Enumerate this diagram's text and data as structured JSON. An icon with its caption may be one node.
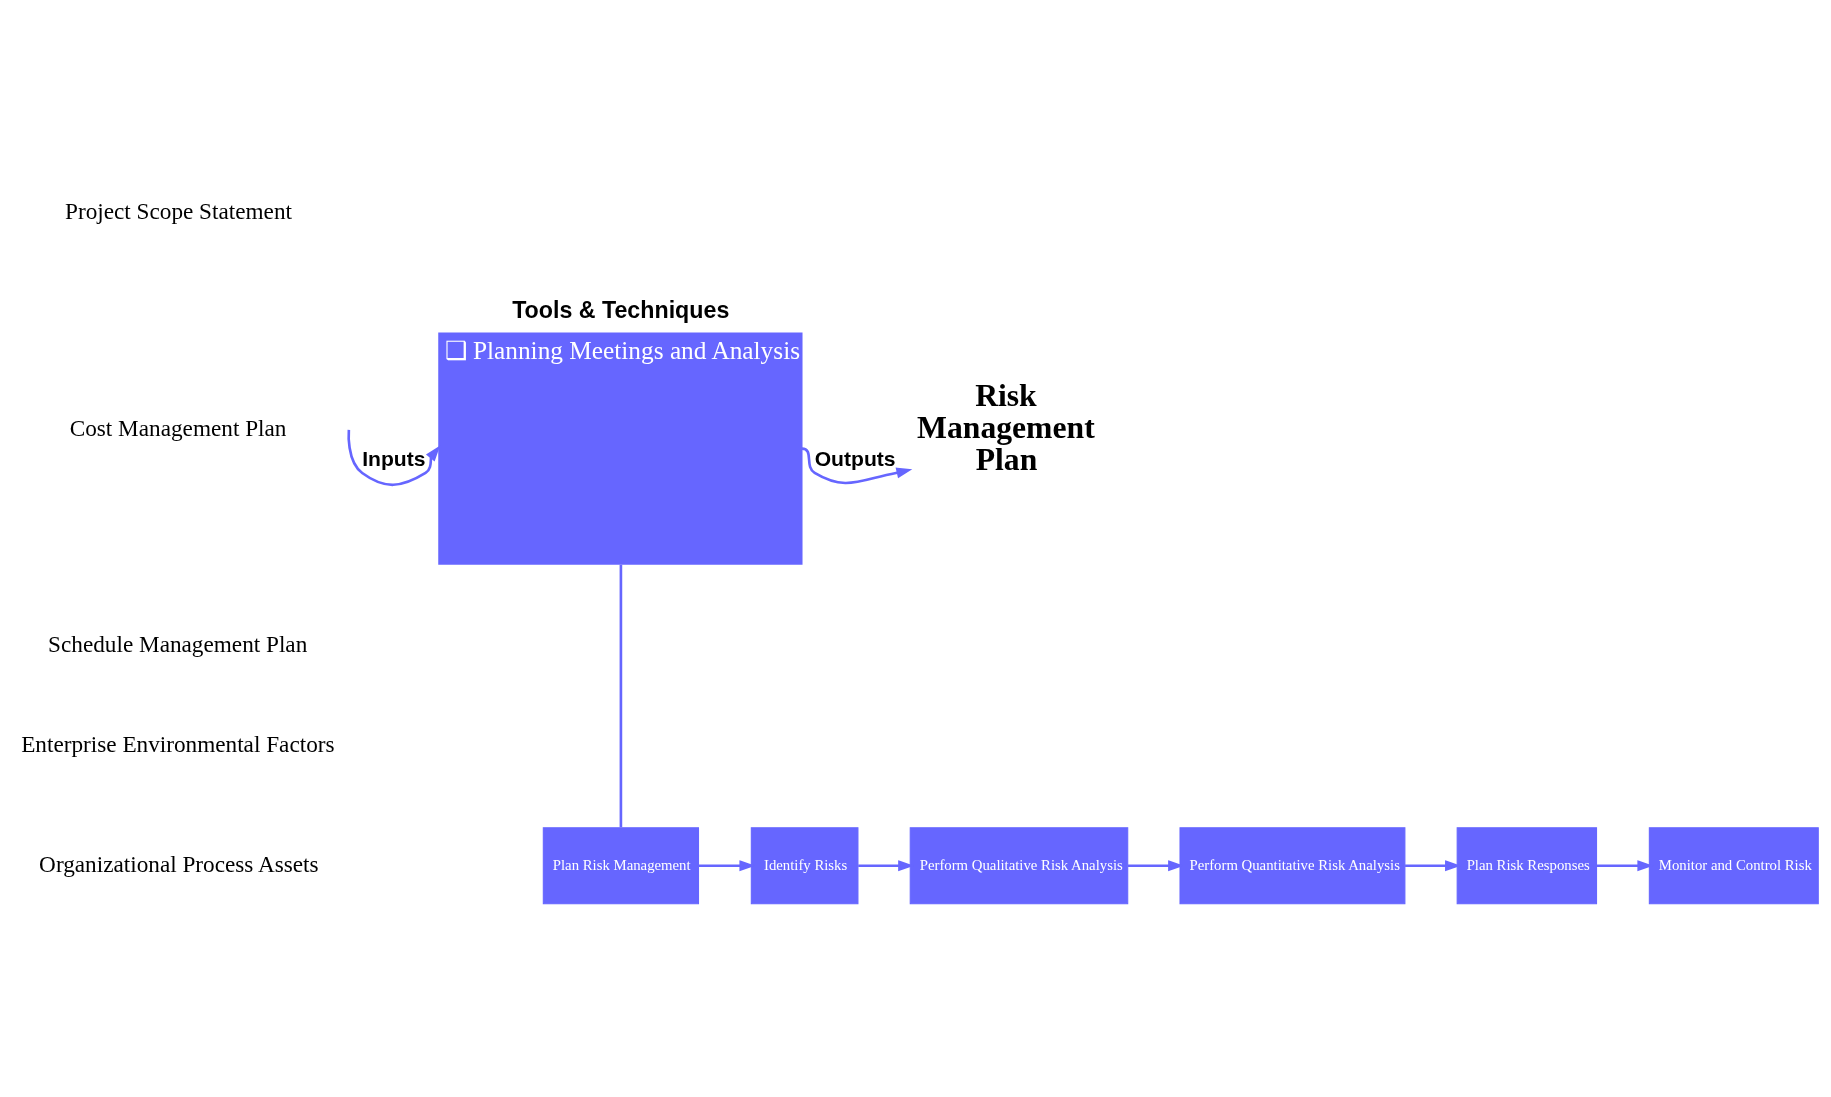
{
  "diagram": {
    "nodes": [
      {
        "text": [
          "Tools & Techniques",
          "❑ Planning Meetings and Analysis"
        ]
      },
      {
        "text": [
          "Risk Management Plan"
        ]
      },
      {
        "text": [
          "Plan Risk Management"
        ]
      },
      {
        "text": [
          "Identify Risks"
        ]
      },
      {
        "text": [
          "Perform Qualitative Risk Analysis"
        ]
      },
      {
        "text": [
          "Perform Quantitative Risk Analysis"
        ]
      },
      {
        "text": [
          "Plan Risk Responses"
        ]
      },
      {
        "text": [
          "Monitor and Control Risk"
        ]
      }
    ],
    "edges": [
      {
        "from": null,
        "to": 0,
        "arrow": "to",
        "label": "Inputs"
      },
      {
        "from": 0,
        "to": 1,
        "arrow": "to",
        "label": "Outputs"
      },
      {
        "from": 0,
        "to": 2,
        "arrow": "none"
      },
      {
        "from": 2,
        "to": 3,
        "arrow": "to"
      },
      {
        "from": 3,
        "to": 4,
        "arrow": "to"
      },
      {
        "from": 4,
        "to": 5,
        "arrow": "to"
      },
      {
        "from": 5,
        "to": 6,
        "arrow": "to"
      },
      {
        "from": 6,
        "to": 7,
        "arrow": "to"
      }
    ],
    "labels": [
      "Project Scope Statement",
      "Cost Management Plan",
      "Schedule Management Plan",
      "Enterprise Environmental Factors",
      "Organizational Process Assets"
    ]
  }
}
